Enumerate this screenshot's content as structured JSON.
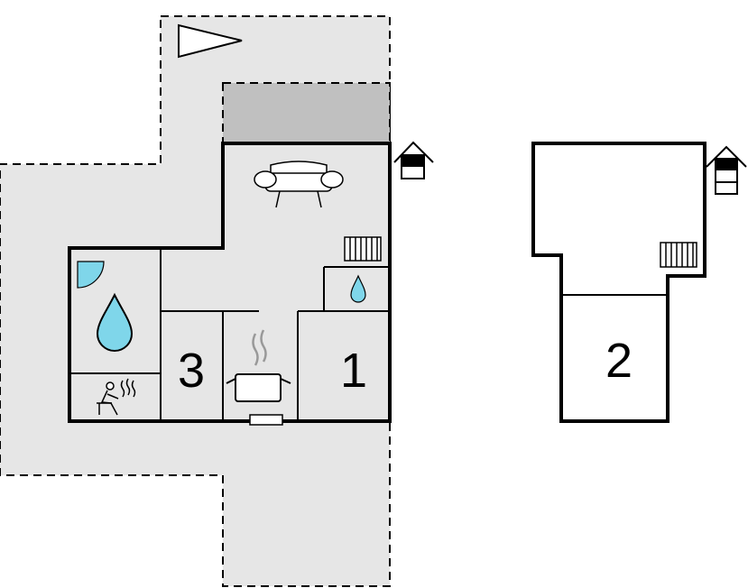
{
  "rooms": [
    {
      "label": "3"
    },
    {
      "label": "1"
    },
    {
      "label": "2"
    }
  ],
  "icons": [
    "north-arrow-icon",
    "sofa-icon",
    "radiator-icon",
    "water-drop-icon",
    "shower-icon",
    "sauna-icon",
    "kitchen-pot-icon",
    "floor-level-icon"
  ],
  "colors": {
    "outdoor": "#e6e6e6",
    "terrace": "#c0c0c0",
    "wall": "#000000",
    "water": "#7fd6ea"
  }
}
